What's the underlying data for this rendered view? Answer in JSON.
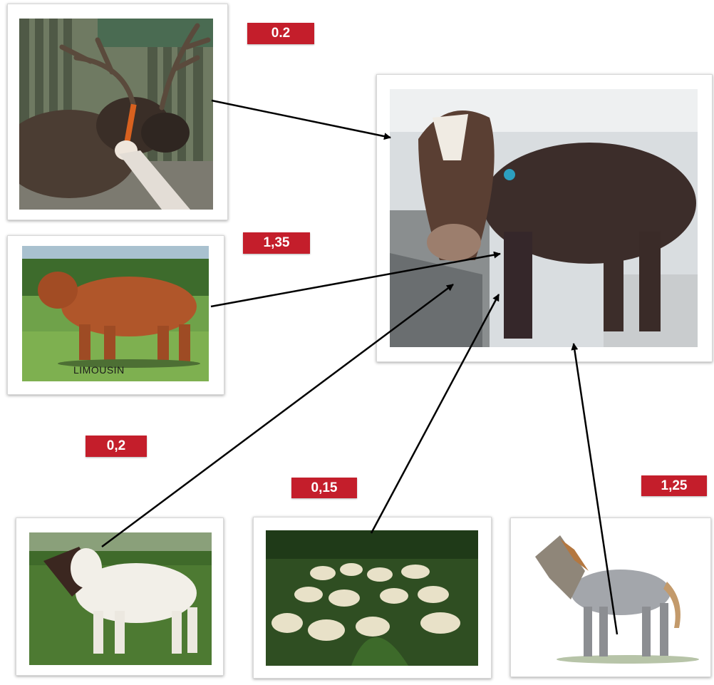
{
  "badges": {
    "deer": "0.2",
    "bull": "1,35",
    "goat": "0,2",
    "sheep": "0,15",
    "horse": "1,25"
  },
  "captions": {
    "bull": "LIMOUSIN"
  },
  "colors": {
    "badge": "#c41e2b",
    "arrow": "#000000"
  }
}
